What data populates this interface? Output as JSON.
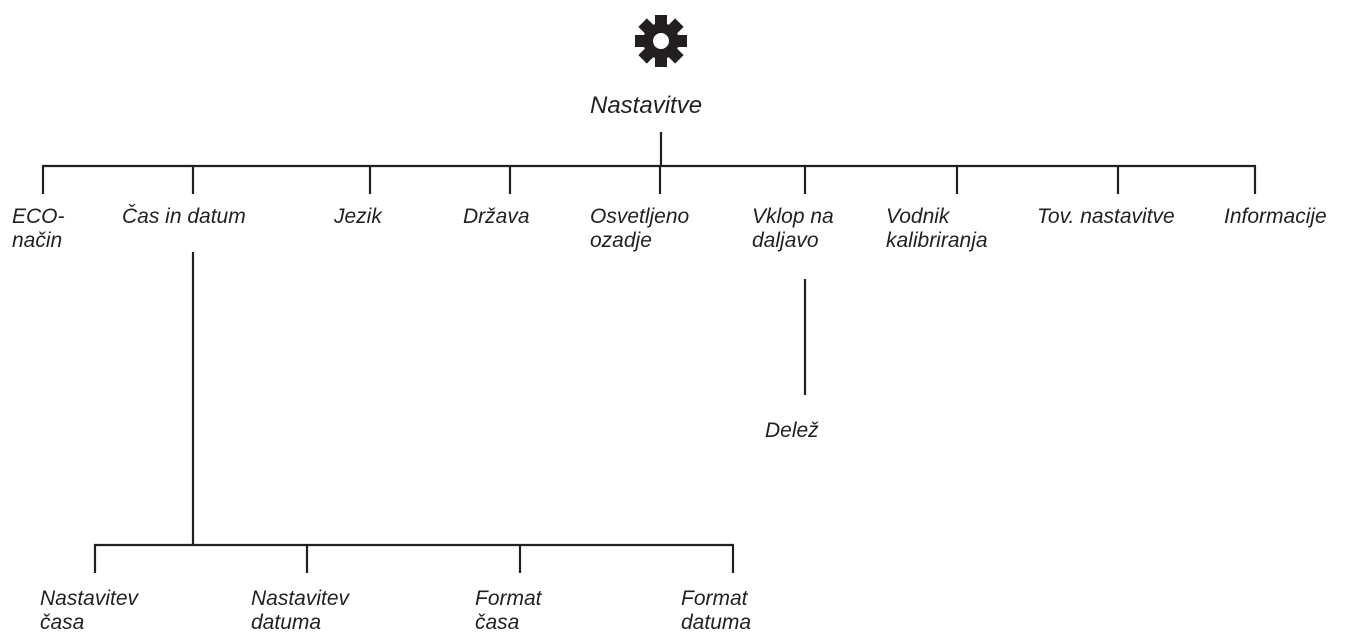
{
  "root": {
    "icon": "gear-icon",
    "label": "Nastavitve"
  },
  "children": [
    {
      "id": "eco",
      "lines": [
        "ECO-",
        "način"
      ]
    },
    {
      "id": "cas-in-datum",
      "lines": [
        "Čas in datum"
      ],
      "children": [
        {
          "id": "nastavitev-casa",
          "lines": [
            "Nastavitev",
            "časa"
          ]
        },
        {
          "id": "nastavitev-datuma",
          "lines": [
            "Nastavitev",
            "datuma"
          ]
        },
        {
          "id": "format-casa",
          "lines": [
            "Format",
            "časa"
          ]
        },
        {
          "id": "format-datuma",
          "lines": [
            "Format",
            "datuma"
          ]
        }
      ]
    },
    {
      "id": "jezik",
      "lines": [
        "Jezik"
      ]
    },
    {
      "id": "drzava",
      "lines": [
        "Država"
      ]
    },
    {
      "id": "osvetljeno-ozadje",
      "lines": [
        "Osvetljeno",
        "ozadje"
      ]
    },
    {
      "id": "vklop-na-daljavo",
      "lines": [
        "Vklop na",
        "daljavo"
      ],
      "children": [
        {
          "id": "delez",
          "lines": [
            "Delež"
          ]
        }
      ]
    },
    {
      "id": "vodnik-kalibriranja",
      "lines": [
        "Vodnik",
        "kalibriranja"
      ]
    },
    {
      "id": "tov-nastavitve",
      "lines": [
        "Tov. nastavitve"
      ]
    },
    {
      "id": "informacije",
      "lines": [
        "Informacije"
      ]
    }
  ],
  "colors": {
    "line": "#231f20",
    "text": "#231f20",
    "background": "#ffffff"
  }
}
